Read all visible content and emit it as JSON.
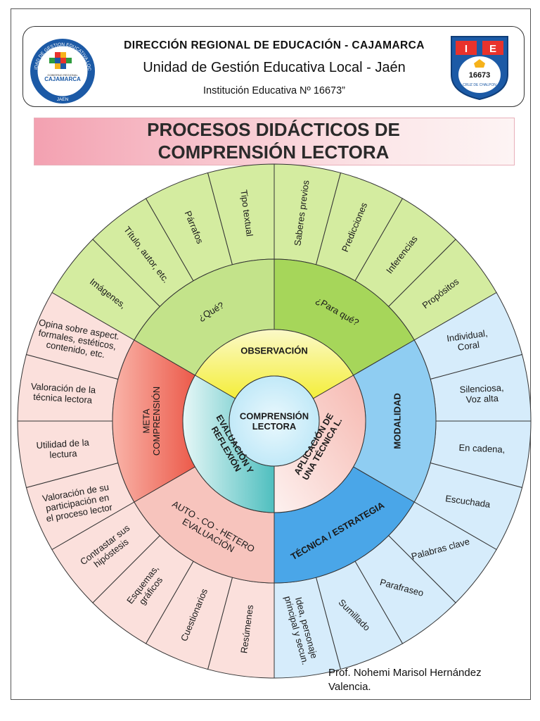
{
  "header": {
    "line1": "DIRECCIÓN REGIONAL DE EDUCACIÓN - CAJAMARCA",
    "line2": "Unidad de Gestión Educativa Local - Jaén",
    "line3": "Institución Educativa  Nº 16673”",
    "left_logo": {
      "ring_text": "UNIDAD DE GESTION EDUCATIVA LOCAL",
      "inner_small": "GOBIERNO REGIONAL",
      "inner_name": "CAJAMARCA",
      "bottom_text": "JAEN"
    },
    "right_logo": {
      "letters": [
        "I",
        "E"
      ],
      "number": "16673",
      "place": "CRUZ DE CHALPON"
    }
  },
  "title": {
    "line1": "PROCESOS DIDÁCTICOS DE",
    "line2": "COMPRENSIÓN LECTORA"
  },
  "diagram": {
    "center": [
      "COMPRENSIÓN",
      "LECTORA"
    ],
    "observacion": "OBSERVACIÓN",
    "aplicacion": [
      "APLICACIÓN DE",
      "UNA TÉCNICA L."
    ],
    "evaluacion": [
      "EVALUACIÓN Y",
      "REFLEXIÓN"
    ],
    "que": "¿Qué?",
    "para_que": "¿Para qué?",
    "modalidad": "MODALIDAD",
    "tecnica": "TÉCNICA / ESTRATEGIA",
    "auto": [
      "AUTO - CO - HETERO",
      "EVALUACIÓN"
    ],
    "meta": [
      "META",
      "COMPRENSIÓN"
    ],
    "outer_que": [
      "Imágenes,",
      "Título, autor, etc.",
      "Párrafos",
      "Tipo textual"
    ],
    "outer_paraque": [
      "Saberes previos",
      "Predicciones",
      "Inferencias",
      "Propósitos"
    ],
    "outer_modalidad": [
      [
        "Individual,",
        "Coral"
      ],
      [
        "Silenciosa,",
        "Voz alta"
      ],
      [
        "En cadena,"
      ],
      [
        "Escuchada"
      ]
    ],
    "outer_tecnica": [
      "Palabras clave",
      "Parafraseo",
      "Sumillado",
      [
        "Idea, personaje",
        "principal y secun."
      ]
    ],
    "outer_auto": [
      "Resúmenes",
      "Cuestionarios",
      [
        "Esquemas,",
        "gráficos"
      ],
      [
        "Contrastar sus",
        "hipóstesis"
      ]
    ],
    "outer_meta": [
      [
        "Valoración de su",
        "participación en",
        "el proceso lector"
      ],
      [
        "Utilidad de la",
        "lectura"
      ],
      [
        "Valoración de la",
        "técnica lectora"
      ],
      [
        "Opina sobre aspect.",
        "formales, estéticos,",
        "contenido, etc."
      ]
    ]
  },
  "author": {
    "line1": "Prof. Nohemi Marisol Hernández",
    "line2": "Valencia."
  },
  "colors": {
    "green_light": "#d4eca0",
    "green_mid": "#a6d65a",
    "blue_light": "#d6ecfb",
    "blue_mid": "#4aa6e8",
    "red_light": "#fbe0dc",
    "red_mid": "#ef7e70",
    "yellow": "#f7f37a",
    "pink": "#f7c6c0",
    "teal": "#69c9c8",
    "center_blue": "#cdeefb"
  }
}
